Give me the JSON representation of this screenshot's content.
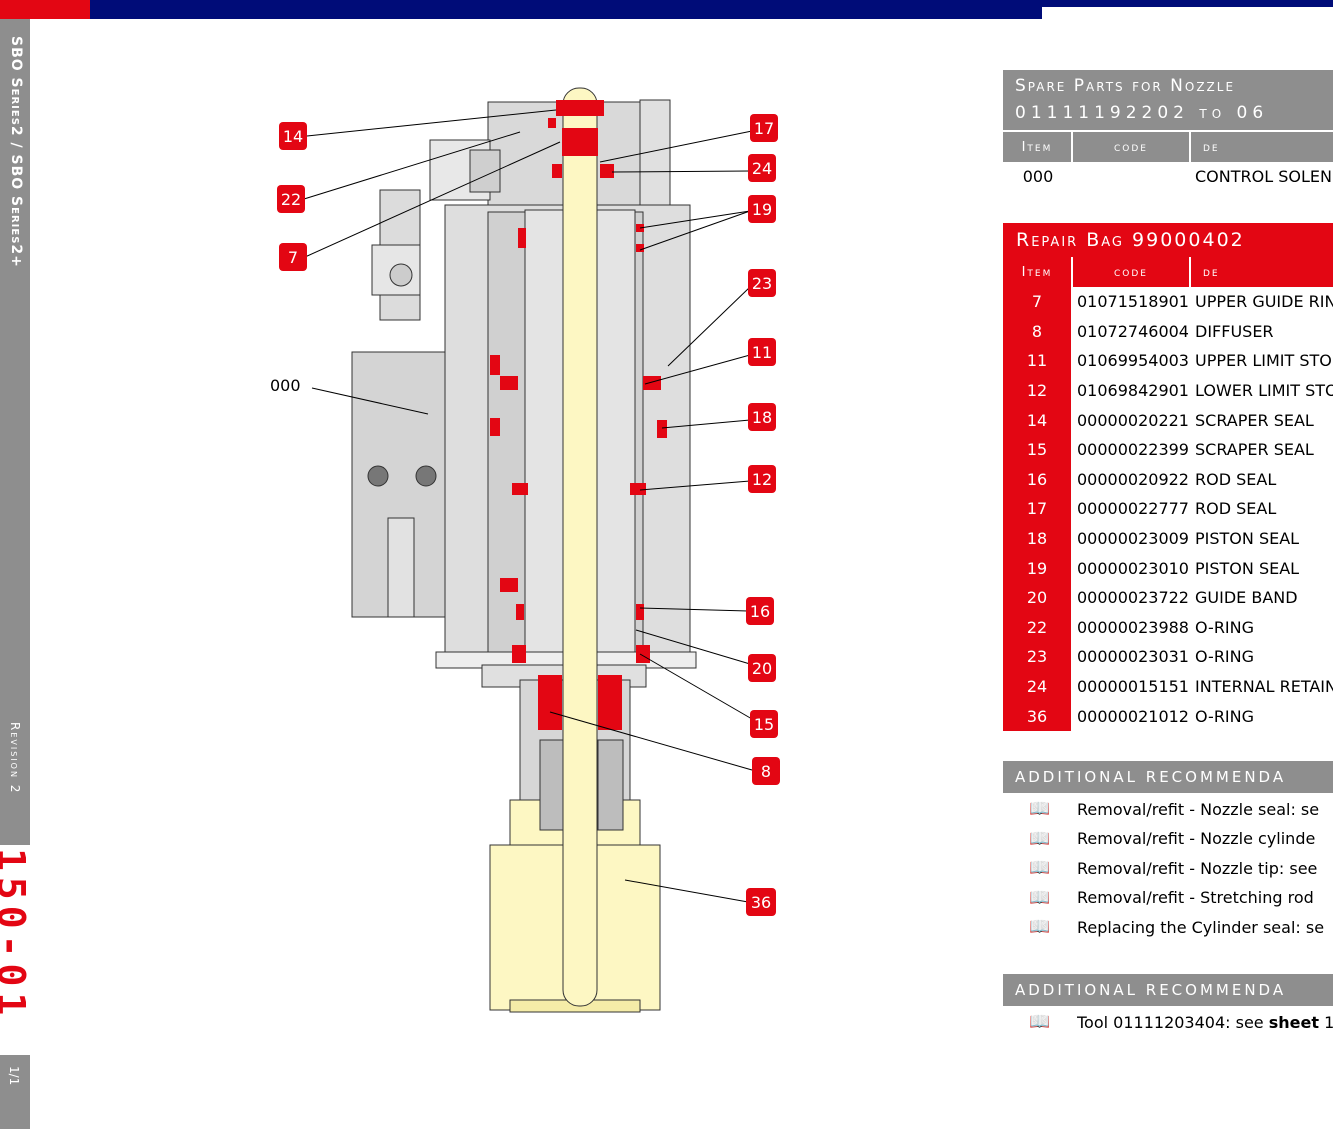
{
  "sidebar": {
    "series": "SBO Series2 / SBO Series2+",
    "revision": "Revision 2",
    "sheet_number": "150-01",
    "page": "1/1"
  },
  "diagram": {
    "callouts": [
      "14",
      "22",
      "7",
      "17",
      "24",
      "19",
      "23",
      "11",
      "18",
      "12",
      "16",
      "20",
      "15",
      "8",
      "36"
    ],
    "plain_label": "000"
  },
  "spare_parts": {
    "title_line1": "Spare Parts for Nozzle",
    "title_line2": "01111192202 to 06",
    "headers": {
      "item": "Item",
      "code": "code",
      "desc": "de"
    },
    "rows": [
      {
        "item": "000",
        "code": "",
        "desc": "CONTROL SOLEN"
      }
    ]
  },
  "repair_bag": {
    "title": "Repair Bag 99000402",
    "headers": {
      "item": "Item",
      "code": "code",
      "desc": "de"
    },
    "rows": [
      {
        "item": "7",
        "code": "01071518901",
        "desc": "UPPER GUIDE RIN"
      },
      {
        "item": "8",
        "code": "01072746004",
        "desc": "DIFFUSER"
      },
      {
        "item": "11",
        "code": "01069954003",
        "desc": "UPPER LIMIT STO"
      },
      {
        "item": "12",
        "code": "01069842901",
        "desc": "LOWER LIMIT STO"
      },
      {
        "item": "14",
        "code": "00000020221",
        "desc": "SCRAPER SEAL"
      },
      {
        "item": "15",
        "code": "00000022399",
        "desc": "SCRAPER SEAL"
      },
      {
        "item": "16",
        "code": "00000020922",
        "desc": "ROD SEAL"
      },
      {
        "item": "17",
        "code": "00000022777",
        "desc": "ROD SEAL"
      },
      {
        "item": "18",
        "code": "00000023009",
        "desc": "PISTON SEAL"
      },
      {
        "item": "19",
        "code": "00000023010",
        "desc": "PISTON SEAL"
      },
      {
        "item": "20",
        "code": "00000023722",
        "desc": "GUIDE BAND"
      },
      {
        "item": "22",
        "code": "00000023988",
        "desc": "O-RING"
      },
      {
        "item": "23",
        "code": "00000023031",
        "desc": "O-RING"
      },
      {
        "item": "24",
        "code": "00000015151",
        "desc": "INTERNAL RETAIN"
      },
      {
        "item": "36",
        "code": "00000021012",
        "desc": "O-RING"
      }
    ]
  },
  "recommend1": {
    "title": "ADDITIONAL RECOMMENDA",
    "items": [
      "Removal/refit - Nozzle seal: se",
      "Removal/refit - Nozzle cylinde",
      "Removal/refit - Nozzle tip: see",
      "Removal/refit - Stretching rod",
      "Replacing the Cylinder seal: se"
    ]
  },
  "recommend2": {
    "title": "ADDITIONAL RECOMMENDA",
    "item_prefix": "Tool 01111203404: see ",
    "item_bold": "sheet",
    "item_suffix": " 1"
  },
  "colors": {
    "red": "#e30613",
    "navy": "#000c78",
    "grey": "#8e8e8e",
    "yellow": "#fdf7c3"
  }
}
